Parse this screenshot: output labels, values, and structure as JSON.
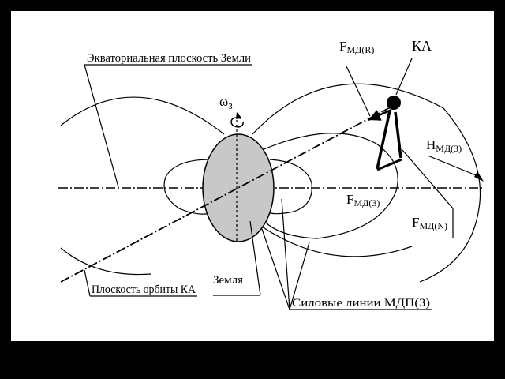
{
  "labels": {
    "equatorial_plane": "Экваториальная плоскость Земли",
    "omega_main": "ω",
    "omega_sub": "З",
    "f_md_r_main": "F",
    "f_md_r_sub": "МД(R)",
    "ka": "КА",
    "h_md_main": "H",
    "h_md_sub": "МД(З)",
    "f_md_z_main": "F",
    "f_md_z_sub": "МД(З)",
    "f_md_n_main": "F",
    "f_md_n_sub": "МД(N)",
    "earth": "Земля",
    "orbit_plane": "Плоскость орбиты КА",
    "field_lines": "Силовые линии МДП(З)"
  },
  "colors": {
    "background": "#000000",
    "frame": "#ffffff",
    "earth_fill": "#c8c8c8",
    "ink": "#000000"
  }
}
